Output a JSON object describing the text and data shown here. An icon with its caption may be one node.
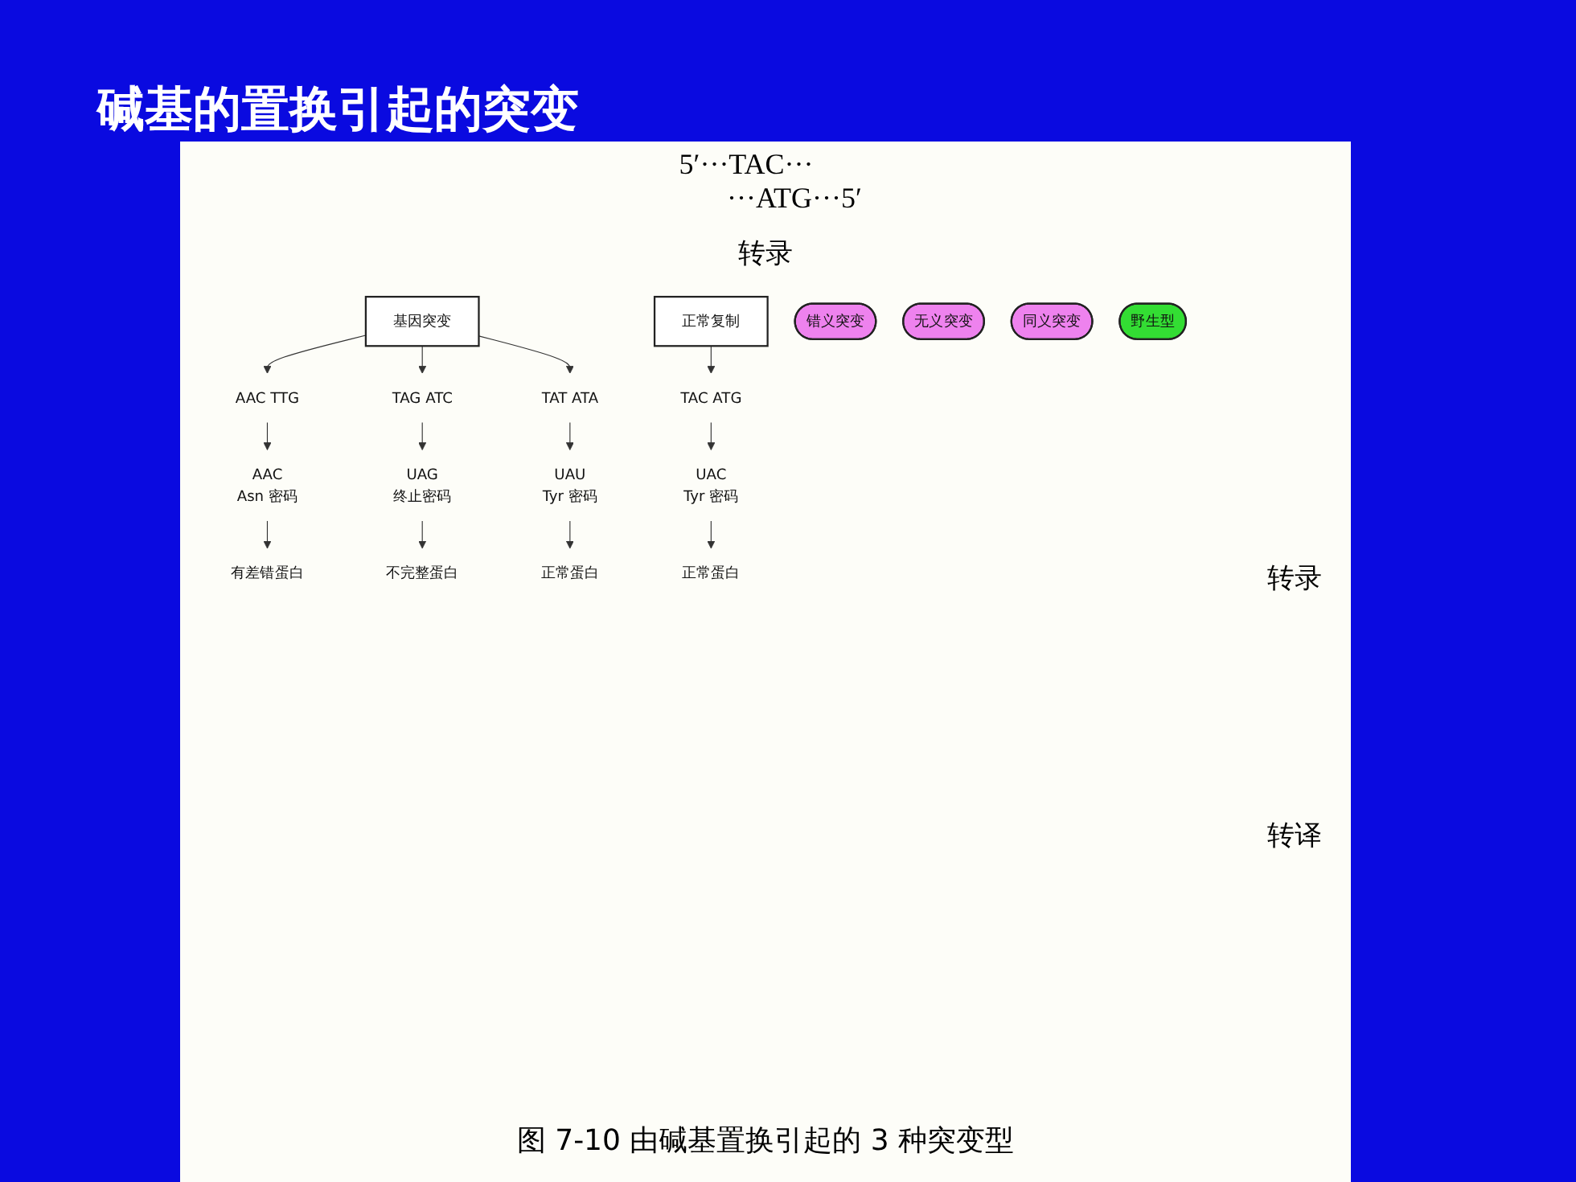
{
  "diagram": {
    "title": "碱基的置换引起的突变",
    "caption": "图 7-10 由碱基置换引起的 3 种突变型",
    "nodes": [
      {
        "text": [
          "基因突变"
        ]
      },
      {
        "text": [
          "正常复制"
        ]
      },
      {
        "text": [
          "AAC TTG"
        ]
      },
      {
        "text": [
          "TAG ATC"
        ]
      },
      {
        "text": [
          "TAT ATA"
        ]
      },
      {
        "text": [
          "TAC ATG"
        ]
      },
      {
        "text": [
          "AAC",
          "Asn 密码"
        ]
      },
      {
        "text": [
          "UAG",
          "终止密码"
        ]
      },
      {
        "text": [
          "UAU",
          "Tyr 密码"
        ]
      },
      {
        "text": [
          "UAC",
          "Tyr 密码"
        ]
      },
      {
        "text": [
          "有差错蛋白"
        ]
      },
      {
        "text": [
          "不完整蛋白"
        ]
      },
      {
        "text": [
          "正常蛋白"
        ]
      },
      {
        "text": [
          "正常蛋白"
        ]
      },
      {
        "text": [
          "错义突变"
        ]
      },
      {
        "text": [
          "无义突变"
        ]
      },
      {
        "text": [
          "同义突变"
        ]
      },
      {
        "text": [
          "野生型"
        ]
      }
    ],
    "edges": [
      {
        "from": 0,
        "to": 2,
        "arrow": "to"
      },
      {
        "from": 0,
        "to": 3,
        "arrow": "to"
      },
      {
        "from": 0,
        "to": 4,
        "arrow": "to"
      },
      {
        "from": 1,
        "to": 5,
        "arrow": "to"
      },
      {
        "from": 2,
        "to": 6,
        "arrow": "to"
      },
      {
        "from": 3,
        "to": 7,
        "arrow": "to"
      },
      {
        "from": 4,
        "to": 8,
        "arrow": "to"
      },
      {
        "from": 5,
        "to": 9,
        "arrow": "to"
      },
      {
        "from": 6,
        "to": 10,
        "arrow": "to"
      },
      {
        "from": 7,
        "to": 11,
        "arrow": "to"
      },
      {
        "from": 8,
        "to": 12,
        "arrow": "to"
      },
      {
        "from": 9,
        "to": 13,
        "arrow": "to"
      }
    ],
    "labels": [
      "5′···TAC···",
      "···ATG···5′",
      "转录",
      "转录",
      "转译"
    ]
  }
}
